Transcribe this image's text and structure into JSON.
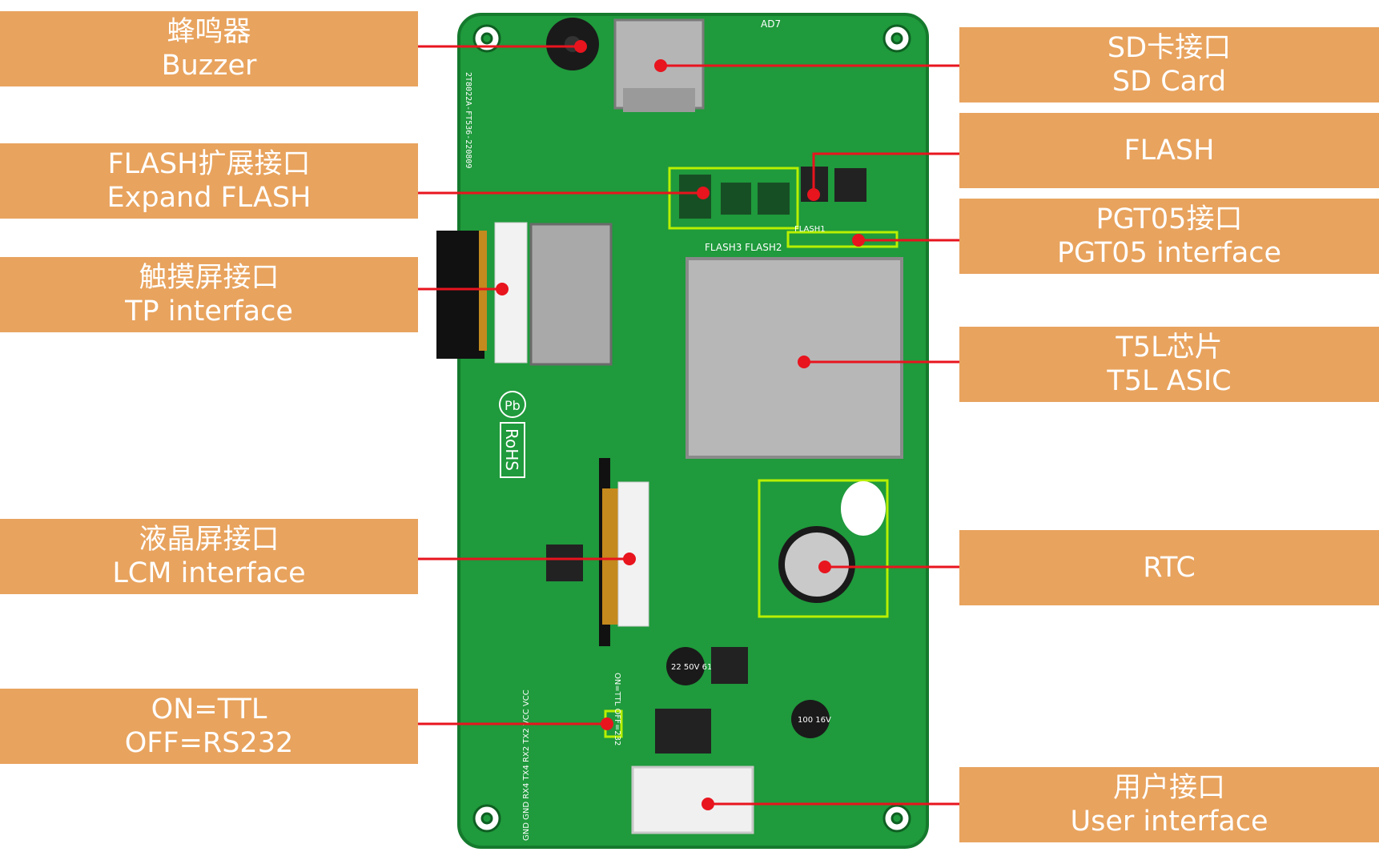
{
  "callouts_left": [
    {
      "id": "buzzer",
      "zh": "蜂鸣器",
      "en": "Buzzer"
    },
    {
      "id": "expand-flash",
      "zh": "FLASH扩展接口",
      "en": "Expand FLASH"
    },
    {
      "id": "tp",
      "zh": "触摸屏接口",
      "en": "TP interface"
    },
    {
      "id": "lcm",
      "zh": "液晶屏接口",
      "en": "LCM interface"
    },
    {
      "id": "ttl",
      "zh": "ON=TTL",
      "en": "OFF=RS232"
    }
  ],
  "callouts_right": [
    {
      "id": "sd",
      "zh": "SD卡接口",
      "en": "SD Card"
    },
    {
      "id": "flash",
      "zh": "FLASH",
      "en": ""
    },
    {
      "id": "pgt05",
      "zh": "PGT05接口",
      "en": "PGT05 interface"
    },
    {
      "id": "t5l",
      "zh": "T5L芯片",
      "en": "T5L ASIC"
    },
    {
      "id": "rtc",
      "zh": "RTC",
      "en": ""
    },
    {
      "id": "user",
      "zh": "用户接口",
      "en": "User interface"
    }
  ],
  "board_text": {
    "ad7": "AD7",
    "flash_labels": "FLASH3 FLASH2",
    "flash1": "FLASH1",
    "rohs": "RoHS",
    "pb": "Pb",
    "switch_label": "ON=TTL OFF=232",
    "pins": "GND GND RX4 TX4 RX2 TX2 VCC VCC",
    "cap1": "22 50V 61C",
    "cap2": "100 16V",
    "part_no": "2T8022A-FT536-220809"
  },
  "colors": {
    "label_bg": "#e8a35e",
    "leader": "#e8141e",
    "pcb": "#1f9a3c",
    "highlight": "#b8f000"
  }
}
